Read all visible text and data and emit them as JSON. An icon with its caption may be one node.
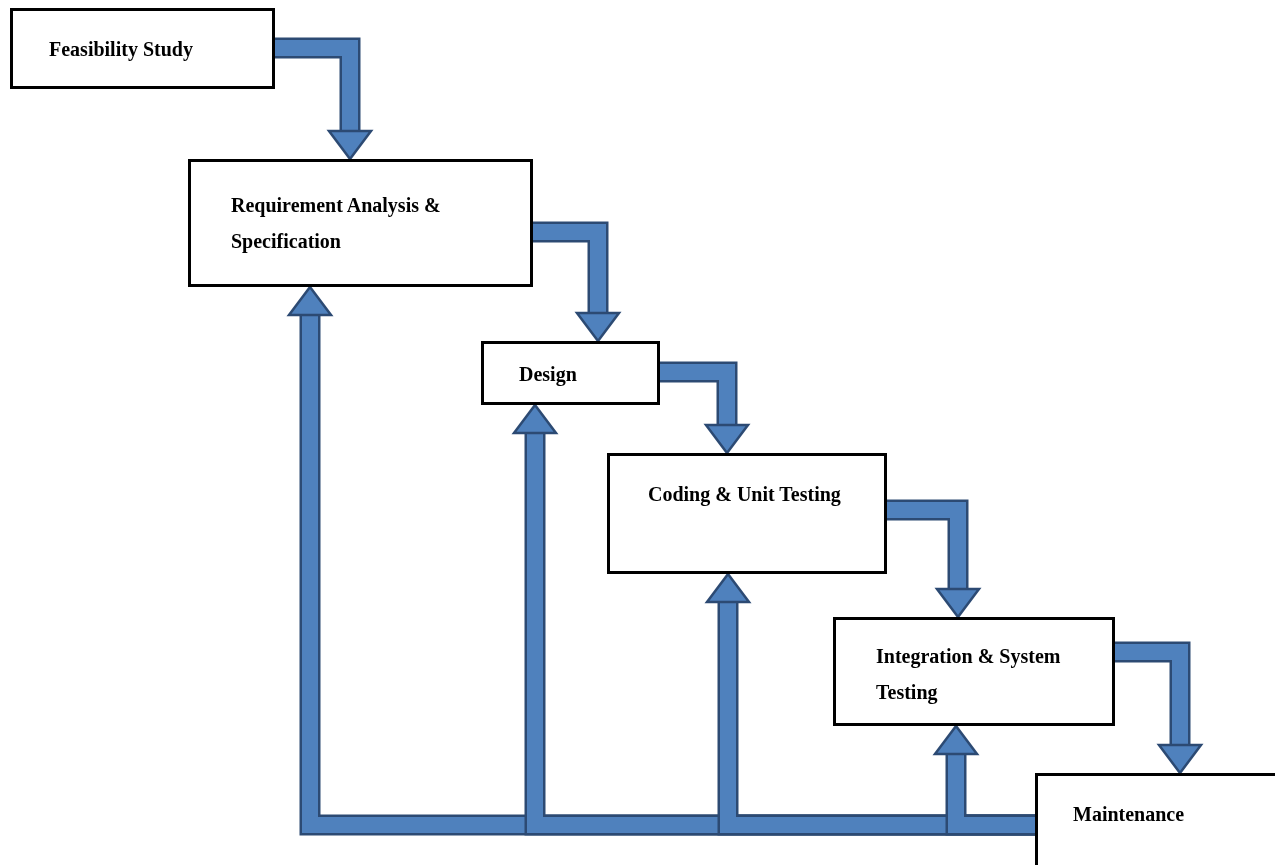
{
  "diagram": {
    "nodes": [
      {
        "text": [
          "Feasibility Study"
        ]
      },
      {
        "text": [
          "Requirement Analysis & Specification"
        ]
      },
      {
        "text": [
          "Design"
        ]
      },
      {
        "text": [
          "Coding & Unit Testing"
        ]
      },
      {
        "text": [
          "Integration & System Testing"
        ]
      },
      {
        "text": [
          "Maintenance"
        ]
      }
    ],
    "edges": [
      {
        "from": 0,
        "to": 1,
        "arrow": "to"
      },
      {
        "from": 1,
        "to": 2,
        "arrow": "to"
      },
      {
        "from": 2,
        "to": 3,
        "arrow": "to"
      },
      {
        "from": 3,
        "to": 4,
        "arrow": "to"
      },
      {
        "from": 4,
        "to": 5,
        "arrow": "to"
      },
      {
        "from": 5,
        "to": 1,
        "arrow": "to"
      },
      {
        "from": 5,
        "to": 2,
        "arrow": "to"
      },
      {
        "from": 5,
        "to": 3,
        "arrow": "to"
      },
      {
        "from": 5,
        "to": 4,
        "arrow": "to"
      }
    ]
  }
}
